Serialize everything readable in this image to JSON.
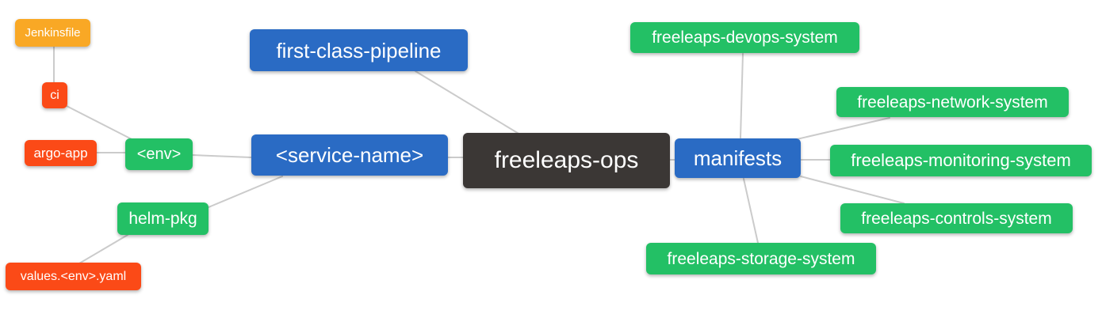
{
  "colors": {
    "blue": "#2A6BC4",
    "green": "#23C065",
    "orange": "#F9A825",
    "red_orange": "#FB4A17",
    "dark": "#3B3735",
    "edge": "#CBCBCB",
    "node_text": "#FFFFFF",
    "background": "#FFFFFF"
  },
  "nodes": {
    "jenkinsfile": {
      "label": "Jenkinsfile",
      "color": "#F9A825"
    },
    "ci": {
      "label": "ci",
      "color": "#FB4A17"
    },
    "argo_app": {
      "label": "argo-app",
      "color": "#FB4A17"
    },
    "env": {
      "label": "<env>",
      "color": "#23C065"
    },
    "helm_pkg": {
      "label": "helm-pkg",
      "color": "#23C065"
    },
    "values_env_yaml": {
      "label": "values.<env>.yaml",
      "color": "#FB4A17"
    },
    "first_class_pipeline": {
      "label": "first-class-pipeline",
      "color": "#2A6BC4"
    },
    "service_name": {
      "label": "<service-name>",
      "color": "#2A6BC4"
    },
    "freeleaps_ops": {
      "label": "freeleaps-ops",
      "color": "#3B3735"
    },
    "manifests": {
      "label": "manifests",
      "color": "#2A6BC4"
    },
    "devops_system": {
      "label": "freeleaps-devops-system",
      "color": "#23C065"
    },
    "network_system": {
      "label": "freeleaps-network-system",
      "color": "#23C065"
    },
    "monitoring_system": {
      "label": "freeleaps-monitoring-system",
      "color": "#23C065"
    },
    "controls_system": {
      "label": "freeleaps-controls-system",
      "color": "#23C065"
    },
    "storage_system": {
      "label": "freeleaps-storage-system",
      "color": "#23C065"
    }
  },
  "edges": [
    {
      "from": "jenkinsfile",
      "to": "ci"
    },
    {
      "from": "ci",
      "to": "env"
    },
    {
      "from": "argo_app",
      "to": "env"
    },
    {
      "from": "env",
      "to": "service_name"
    },
    {
      "from": "helm_pkg",
      "to": "service_name"
    },
    {
      "from": "values_env_yaml",
      "to": "helm_pkg"
    },
    {
      "from": "first_class_pipeline",
      "to": "freeleaps_ops"
    },
    {
      "from": "service_name",
      "to": "freeleaps_ops"
    },
    {
      "from": "freeleaps_ops",
      "to": "manifests"
    },
    {
      "from": "manifests",
      "to": "devops_system"
    },
    {
      "from": "manifests",
      "to": "network_system"
    },
    {
      "from": "manifests",
      "to": "monitoring_system"
    },
    {
      "from": "manifests",
      "to": "controls_system"
    },
    {
      "from": "manifests",
      "to": "storage_system"
    }
  ]
}
